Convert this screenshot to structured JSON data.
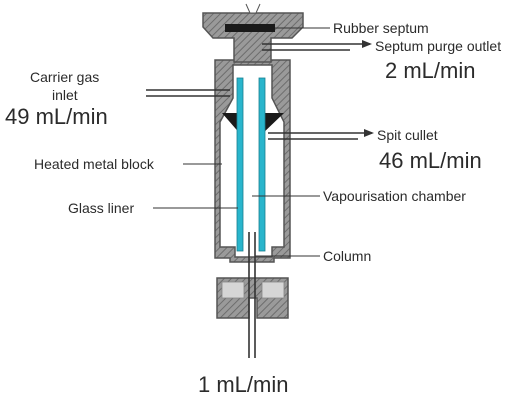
{
  "labels": {
    "rubber_septum": "Rubber septum",
    "septum_purge_outlet": "Septum purge outlet",
    "septum_purge_flow": "2 mL/min",
    "carrier_gas_line1": "Carrier gas",
    "carrier_gas_line2": "inlet",
    "carrier_gas_flow": "49 mL/min",
    "split_outlet": "Spit cullet",
    "split_flow": "46 mL/min",
    "heated_block": "Heated metal block",
    "vaporisation_chamber": "Vapourisation chamber",
    "glass_liner": "Glass liner",
    "column": "Column",
    "column_flow": "1 mL/min"
  },
  "colors": {
    "block_fill": "#9a9a9a",
    "block_outline": "#555555",
    "hatch_line": "#6d6d6d",
    "liner": "#29b5cc",
    "septum": "#1a1a1a",
    "ferrule_fill": "#d6d6d6",
    "text": "#2b2b2b"
  }
}
